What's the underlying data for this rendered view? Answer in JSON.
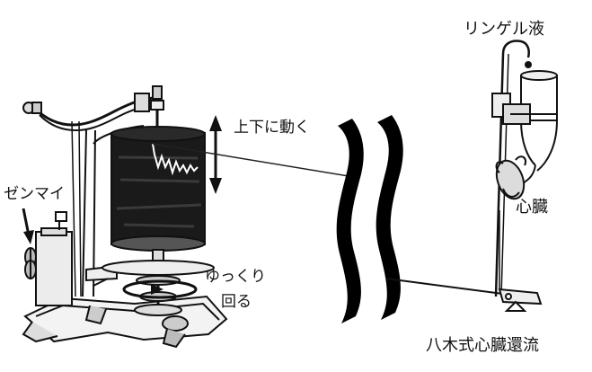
{
  "labels": {
    "ringer": "リンゲル液",
    "up_down": "上下に動く",
    "spring": "ゼンマイ",
    "rotate_line1": "ゆっくり",
    "rotate_line2": "回る",
    "heart": "心臓",
    "yagi": "八木式心臓還流"
  }
}
